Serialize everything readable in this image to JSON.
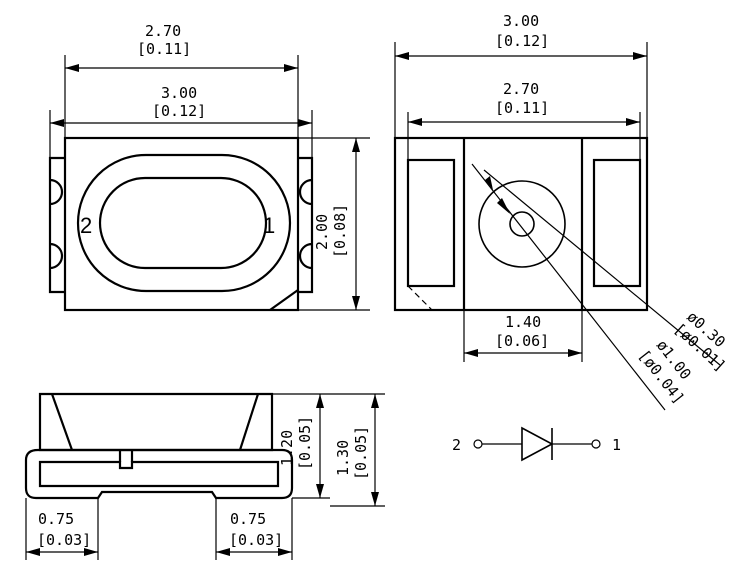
{
  "top_view": {
    "width_inner": "2.70",
    "width_inner_in": "[0.11]",
    "width_outer": "3.00",
    "width_outer_in": "[0.12]",
    "height": "2.00",
    "height_in": "[0.08]",
    "pin_left": "2",
    "pin_right": "1"
  },
  "bottom_view": {
    "width_outer": "3.00",
    "width_outer_in": "[0.12]",
    "width_inner": "2.70",
    "width_inner_in": "[0.11]",
    "pad_gap": "1.40",
    "pad_gap_in": "[0.06]",
    "dia_small": "ø0.30",
    "dia_small_in": "[ø0.01]",
    "dia_large": "ø1.00",
    "dia_large_in": "[ø0.04]"
  },
  "side_view": {
    "height_inner": "1.20",
    "height_inner_in": "[0.05]",
    "height_outer": "1.30",
    "height_outer_in": "[0.05]",
    "pad_left": "0.75",
    "pad_left_in": "[0.03]",
    "pad_right": "0.75",
    "pad_right_in": "[0.03]"
  },
  "symbol": {
    "anode": "2",
    "cathode": "1"
  }
}
